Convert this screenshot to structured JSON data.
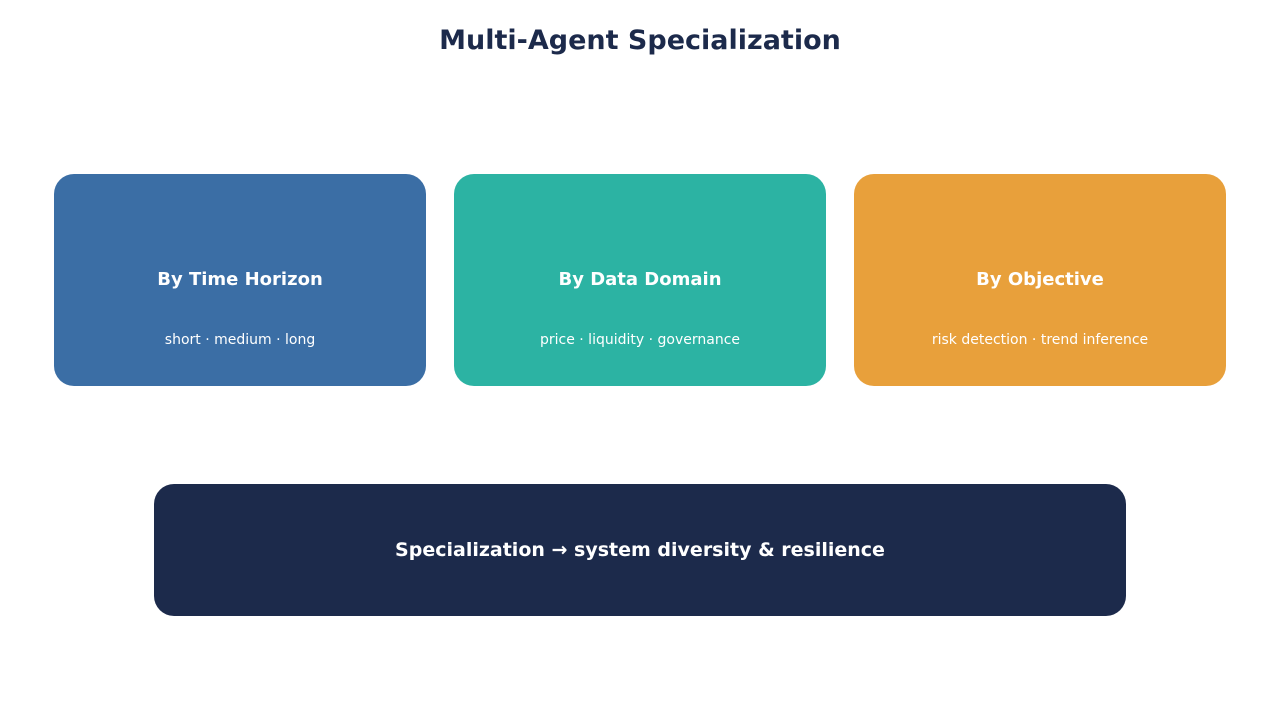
{
  "title": "Multi-Agent Specialization",
  "cards": [
    {
      "title": "By Time Horizon",
      "subtitle": "short · medium · long",
      "color": "#3b6ea5"
    },
    {
      "title": "By Data Domain",
      "subtitle": "price · liquidity · governance",
      "color": "#2cb3a3"
    },
    {
      "title": "By Objective",
      "subtitle": "risk detection · trend inference",
      "color": "#e8a03b"
    }
  ],
  "banner": {
    "text": "Specialization → system diversity & resilience",
    "color": "#1c2a4b"
  }
}
